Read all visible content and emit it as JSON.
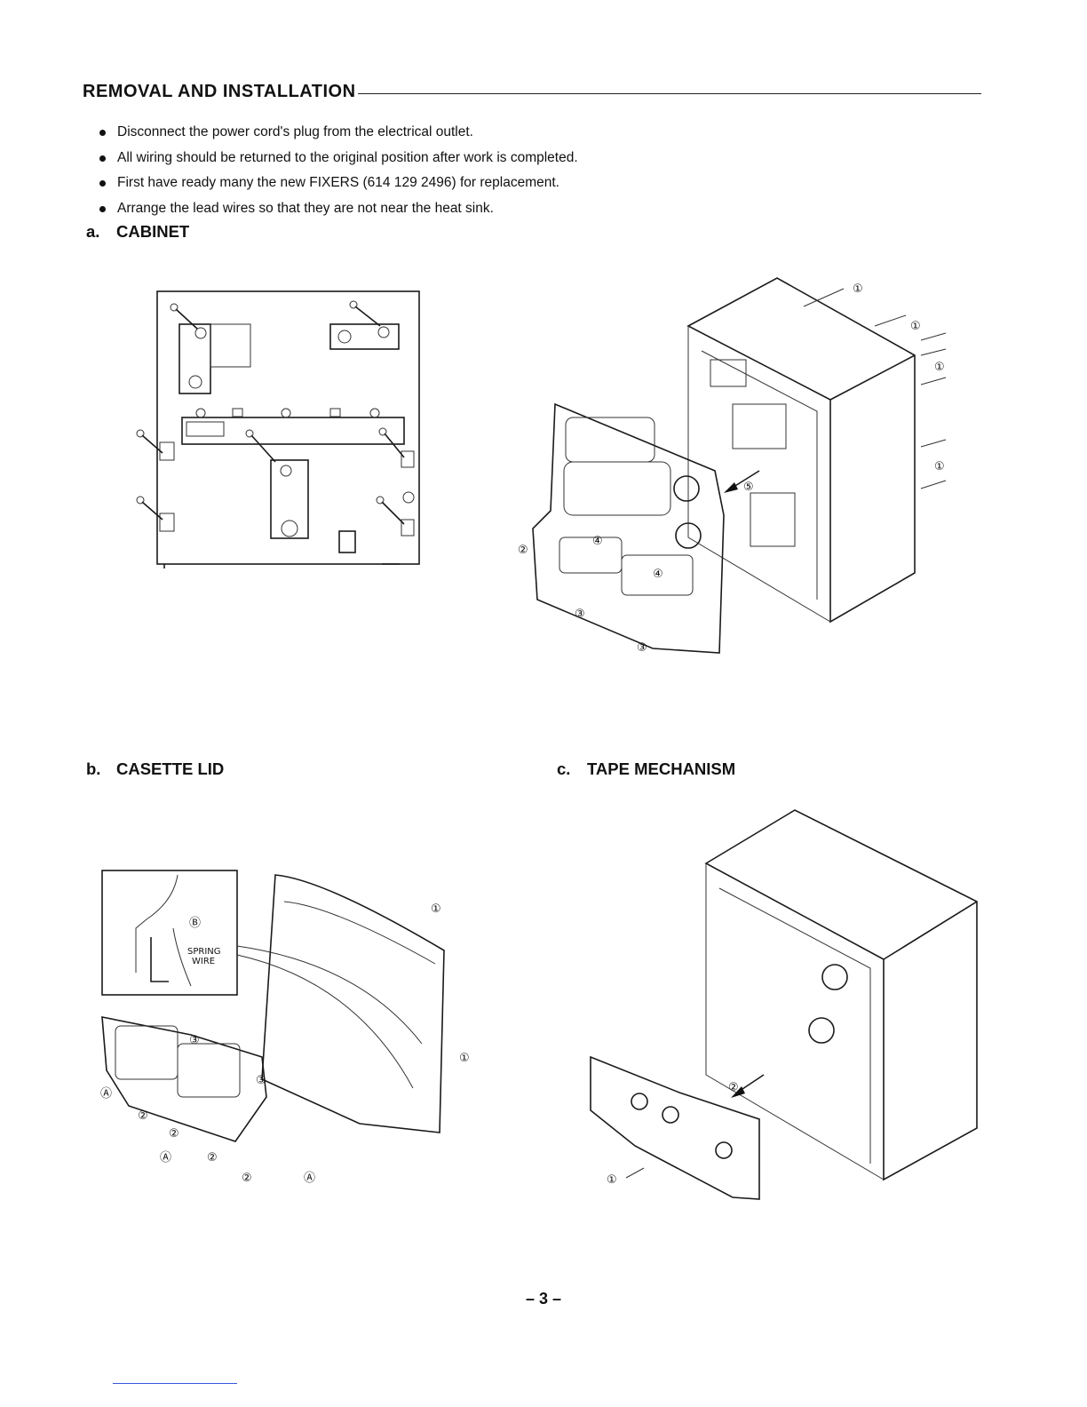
{
  "section": {
    "title": "REMOVAL AND INSTALLATION"
  },
  "notes": [
    "Disconnect the power cord's plug from the electrical outlet.",
    "All wiring should be returned to the original position after work is completed.",
    "First have ready many the new FIXERS (614 129 2496) for replacement.",
    "Arrange the lead wires so that they are not near the heat sink."
  ],
  "subsections": {
    "cabinet": {
      "letter": "a.",
      "title": "CABINET"
    },
    "casette_lid": {
      "letter": "b.",
      "title": "CASETTE  LID"
    },
    "tape_mechanism": {
      "letter": "c.",
      "title": "TAPE  MECHANISM"
    }
  },
  "callouts": {
    "one": "①",
    "two": "②",
    "three": "③",
    "four": "④",
    "five": "⑤",
    "a": "Ⓐ",
    "b": "Ⓑ"
  },
  "inset": {
    "spring": "SPRING",
    "wire": "WIRE"
  },
  "page_number": "– 3 –"
}
